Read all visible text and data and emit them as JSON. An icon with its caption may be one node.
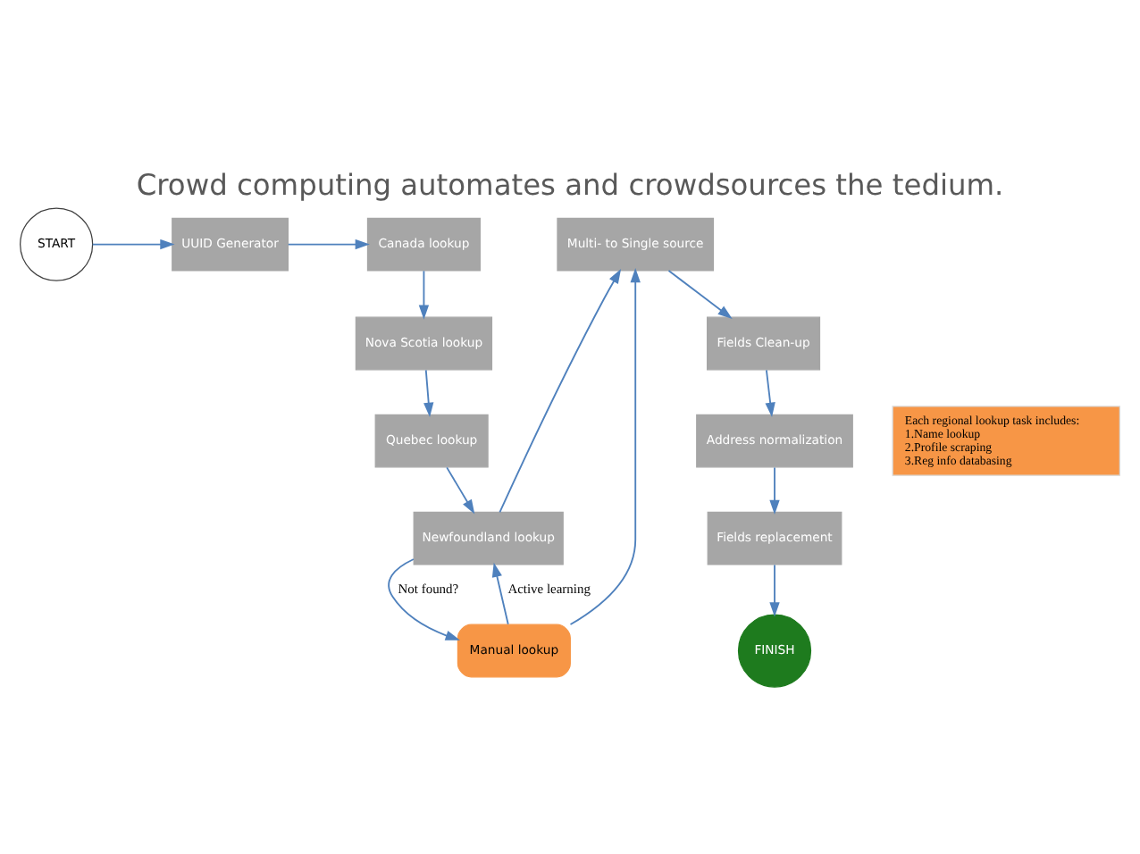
{
  "diagram": {
    "title": "Crowd computing automates and crowdsources the tedium.",
    "nodes": [
      {
        "text": [
          "START"
        ]
      },
      {
        "text": [
          "UUID Generator"
        ]
      },
      {
        "text": [
          "Canada lookup"
        ]
      },
      {
        "text": [
          "Nova Scotia lookup"
        ]
      },
      {
        "text": [
          "Quebec lookup"
        ]
      },
      {
        "text": [
          "Newfoundland lookup"
        ]
      },
      {
        "text": [
          "Manual lookup"
        ]
      },
      {
        "text": [
          "Multi- to Single source"
        ]
      },
      {
        "text": [
          "Fields Clean-up"
        ]
      },
      {
        "text": [
          "Address normalization"
        ]
      },
      {
        "text": [
          "Fields replacement"
        ]
      },
      {
        "text": [
          "FINISH"
        ]
      },
      {
        "text": [
          "Each regional lookup task includes:",
          "1.Name lookup",
          "2.Profile scraping",
          "3.Reg info databasing"
        ]
      }
    ],
    "edges": [
      {
        "from": 0,
        "to": 1,
        "arrow": "to"
      },
      {
        "from": 1,
        "to": 2,
        "arrow": "to"
      },
      {
        "from": 2,
        "to": 3,
        "arrow": "to"
      },
      {
        "from": 3,
        "to": 4,
        "arrow": "to"
      },
      {
        "from": 4,
        "to": 5,
        "arrow": "to"
      },
      {
        "from": 5,
        "to": 6,
        "arrow": "to",
        "label": "Not found?"
      },
      {
        "from": 6,
        "to": 5,
        "arrow": "to",
        "label": "Active learning"
      },
      {
        "from": 5,
        "to": 7,
        "arrow": "to"
      },
      {
        "from": 6,
        "to": 7,
        "arrow": "to"
      },
      {
        "from": 7,
        "to": 8,
        "arrow": "to"
      },
      {
        "from": 8,
        "to": 9,
        "arrow": "to"
      },
      {
        "from": 9,
        "to": 10,
        "arrow": "to"
      },
      {
        "from": 10,
        "to": 11,
        "arrow": "to"
      }
    ]
  }
}
